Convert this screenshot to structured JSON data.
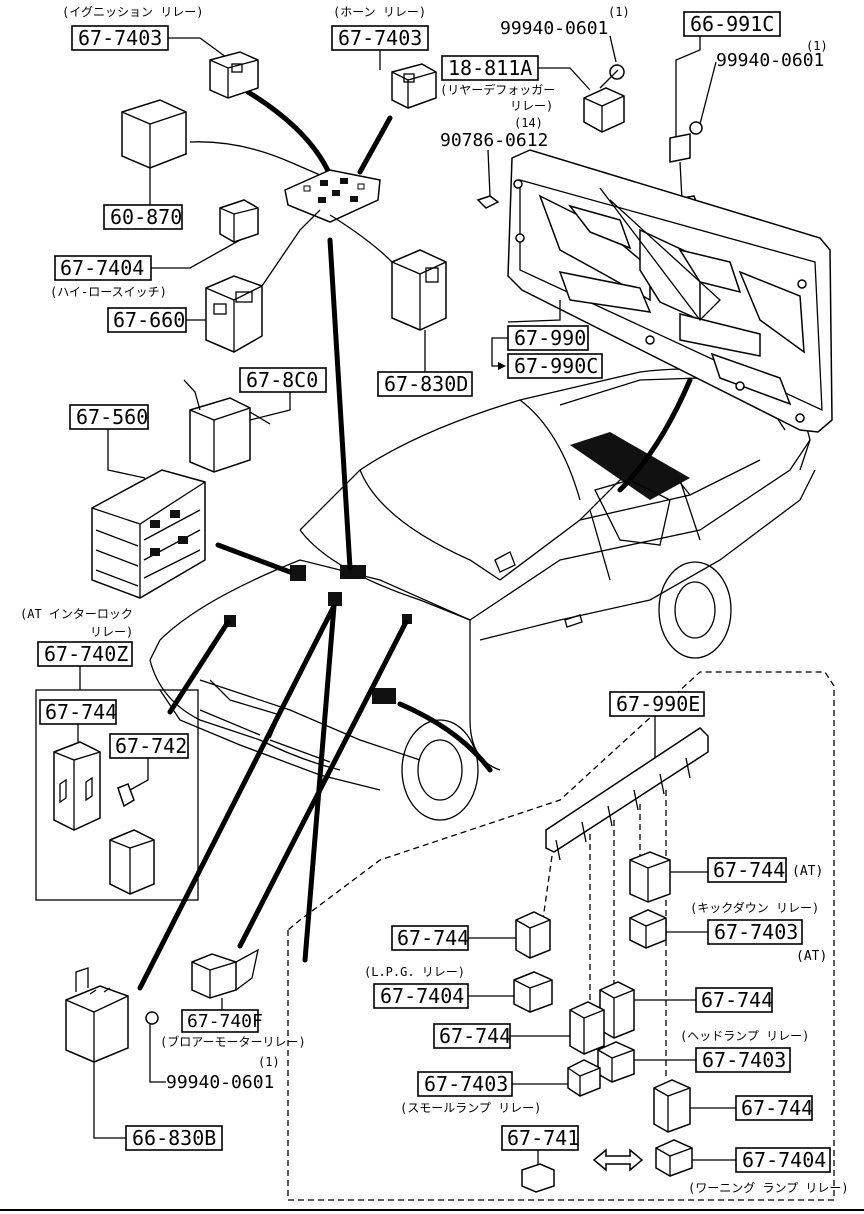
{
  "labels": {
    "ign_note": "(イグニッション リレー)",
    "ign_pn": "67-7403",
    "horn_note": "(ホーン リレー)",
    "horn_pn": "67-7403",
    "bolt1_qty": "(1)",
    "bolt1_pn": "99940-0601",
    "c991_pn": "66-991C",
    "bolt2_qty": "(1)",
    "bolt2_pn": "99940-0601",
    "defog_pn": "18-811A",
    "defog_note1": "(リヤーデフォッガー",
    "defog_note2": "リレー)",
    "screw_qty": "(14)",
    "screw_pn": "90786-0612",
    "p60870": "60-870",
    "p677404a": "67-7404",
    "hilo_note": "(ハイ-ロースイッチ)",
    "p67660": "67-660",
    "p678c0": "67-8C0",
    "p67830d": "67-830D",
    "p67990": "67-990",
    "p67990c": "67-990C",
    "p67560": "67-560",
    "at_note1": "(AT インターロック",
    "at_note2": "リレー)",
    "p67740z": "67-740Z",
    "p67744a": "67-744",
    "p67742": "67-742",
    "p67990e": "67-990E",
    "p67744b": "67-744",
    "at1": "(AT)",
    "kick_note": "(キックダウン リレー)",
    "p677403k": "67-7403",
    "at2": "(AT)",
    "p67744c": "67-744",
    "lpg_note": "(L.P.G. リレー)",
    "p677404l": "67-7404",
    "p67744d": "67-744",
    "p67744e": "67-744",
    "head_note": "(ヘッドランプ リレー)",
    "p677403h": "67-7403",
    "p677403s": "67-7403",
    "small_note": "(スモールランプ リレー)",
    "p67744f": "67-744",
    "p67741": "67-741",
    "p677404w": "67-7404",
    "warn_note": "(ワーニング ランプ リレー)",
    "p67740f": "67-740F",
    "blower_note": "(ブロアーモーターリレー)",
    "bolt3_qty": "(1)",
    "bolt3_pn": "99940-0601",
    "p66830b": "66-830B"
  }
}
